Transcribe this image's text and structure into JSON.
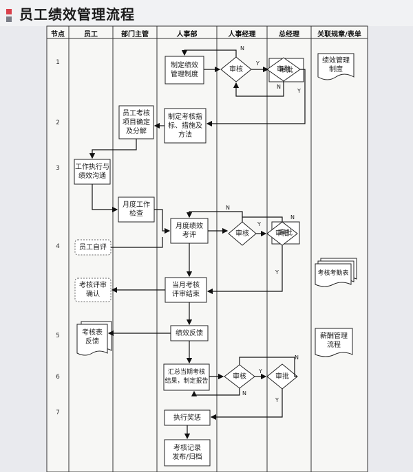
{
  "title": "员工绩效管理流程",
  "headers": [
    "节点",
    "员工",
    "部门主管",
    "人事部",
    "人事经理",
    "总经理",
    "关联规章/表单"
  ],
  "nodes": [
    "1",
    "2",
    "3",
    "4",
    "5",
    "6",
    "7"
  ],
  "boxes": {
    "b1": "制定绩效\n管理制度",
    "b2": "审批",
    "b3": "绩效管理\n制度",
    "b4": "员工考核\n项目确定\n及分解",
    "b5": "制定考核指\n标、措施及\n方法",
    "b6": "工作执行与\n绩效沟通",
    "b7": "月度工作\n检查",
    "b8": "月度绩效\n考评",
    "b9": "审批",
    "b10": "员工自评",
    "b11": "考核考勤表",
    "b12": "考核评审\n确认",
    "b13": "当月考核\n评审结束",
    "b14": "考核表\n反馈",
    "b15": "绩效反馈",
    "b16": "薪酬管理\n流程",
    "b17": "汇总当期考核\n结果，制定报告",
    "b18": "审批",
    "b19": "执行奖惩",
    "b20": "考核记录\n发布/归档"
  },
  "diamonds": {
    "d1": "审核",
    "d2": "审核",
    "d3": "审核"
  },
  "yn": {
    "y": "Y",
    "n": "N"
  }
}
